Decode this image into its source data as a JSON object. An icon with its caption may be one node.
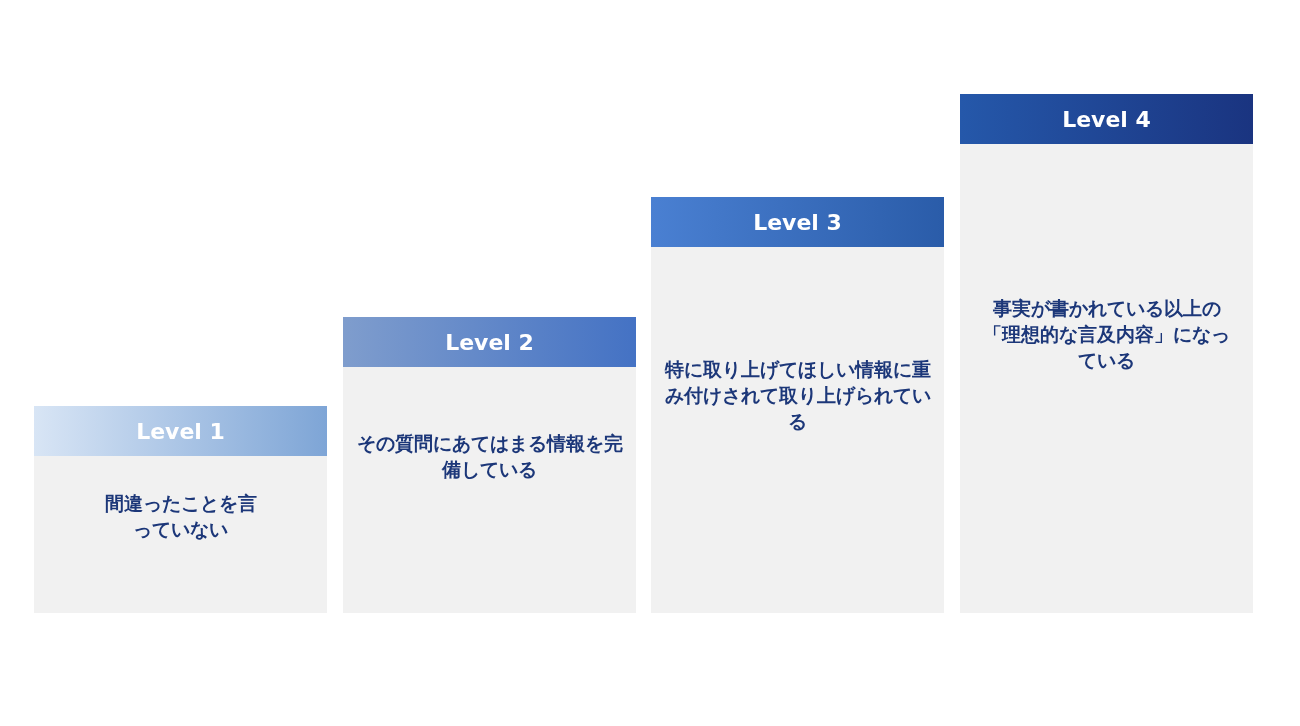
{
  "diagram": {
    "nodes": [
      {
        "text": [
          "Level 1",
          "間違ったことを言っていない"
        ]
      },
      {
        "text": [
          "Level 2",
          "その質問にあてはまる情報を完備している"
        ]
      },
      {
        "text": [
          "Level 3",
          "特に取り上げてほしい情報に重み付けされて取り上げられている"
        ]
      },
      {
        "text": [
          "Level 4",
          "事実が書かれている以上の「理想的な言及内容」になっている"
        ]
      }
    ],
    "edges": []
  }
}
